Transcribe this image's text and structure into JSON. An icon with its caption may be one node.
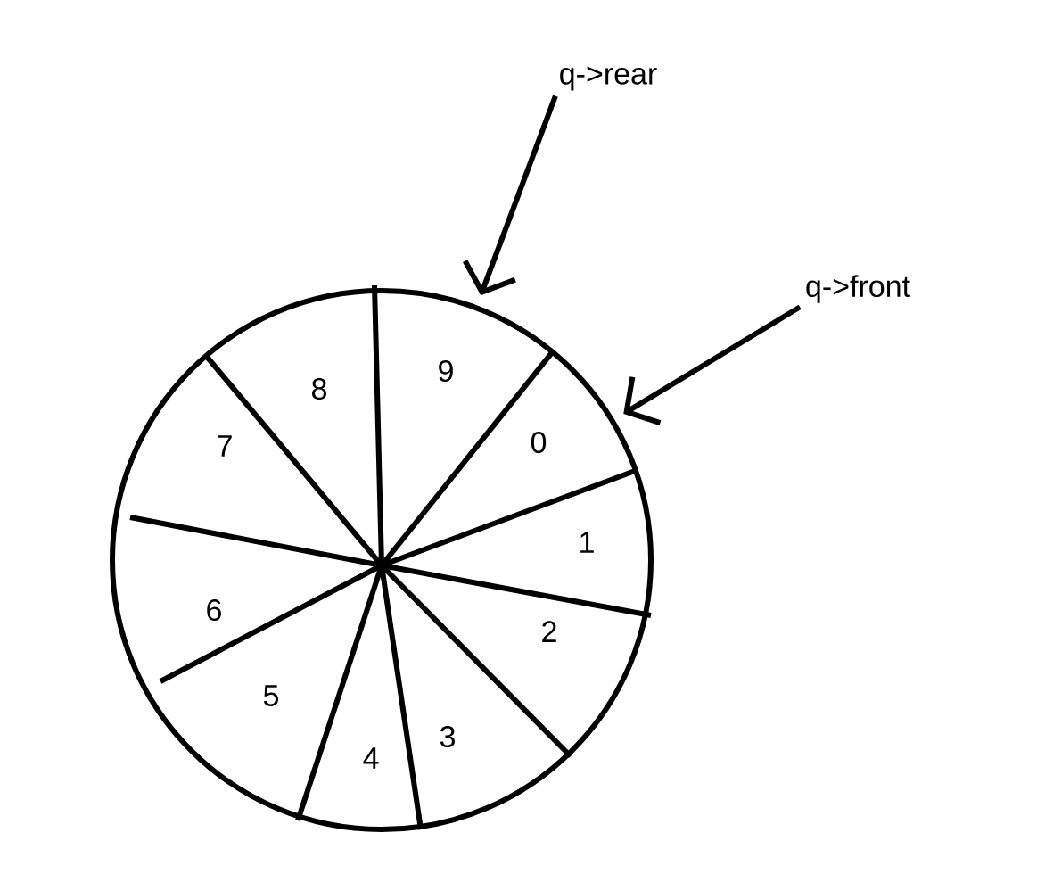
{
  "diagram": {
    "nodes": [
      {
        "text": [
          "q->rear"
        ]
      },
      {
        "text": [
          "q->front"
        ]
      },
      {
        "text": [],
        "shape": "circle"
      }
    ],
    "edges": [
      {
        "from": 0,
        "to": 2,
        "arrow": "to"
      },
      {
        "from": 1,
        "to": 2,
        "arrow": "to"
      }
    ],
    "labels": [
      "9",
      "8",
      "0",
      "7",
      "1",
      "6",
      "2",
      "5",
      "3",
      "4"
    ]
  }
}
